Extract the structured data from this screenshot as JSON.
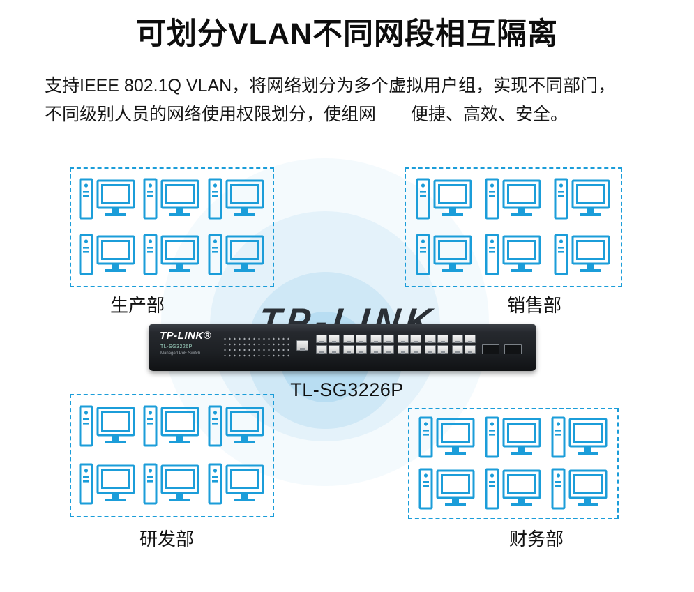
{
  "header": {
    "title": "可划分VLAN不同网段相互隔离",
    "description_line1": "支持IEEE 802.1Q VLAN，将网络划分为多个虚拟用户组，实现不同部门，",
    "description_line2": "不同级别人员的网络使用权限划分，使组网　　便捷、高效、安全。"
  },
  "departments": [
    {
      "id": "production",
      "label": "生产部",
      "computer_count": 6
    },
    {
      "id": "sales",
      "label": "销售部",
      "computer_count": 6
    },
    {
      "id": "rnd",
      "label": "研发部",
      "computer_count": 6
    },
    {
      "id": "finance",
      "label": "财务部",
      "computer_count": 6
    }
  ],
  "switch": {
    "brand": "TP-LINK®",
    "watermark": "TP-LINK",
    "front_model_label": "TL-SG3226P",
    "front_sub_label": "Managed PoE Switch",
    "caption": "TL-SG3226P",
    "port_count": 24,
    "sfp_count": 2
  },
  "colors": {
    "accent_blue": "#1b9dd9",
    "switch_body": "#23262b",
    "circle_blue": "#97cdeb"
  }
}
